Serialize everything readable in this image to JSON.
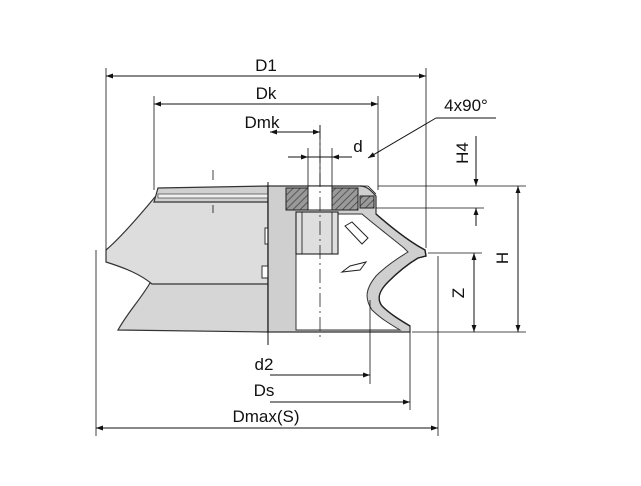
{
  "labels": {
    "d1": "D1",
    "dk": "Dk",
    "dmk": "Dmk",
    "d": "d",
    "angle": "4x90°",
    "h4": "H4",
    "h": "H",
    "z": "Z",
    "d2": "d2",
    "ds": "Ds",
    "dmax": "Dmax(S)"
  },
  "colors": {
    "body": "#d9d9d9",
    "section": "#c4c4c4",
    "hatch": "#7a7a7a",
    "line": "#111111"
  }
}
